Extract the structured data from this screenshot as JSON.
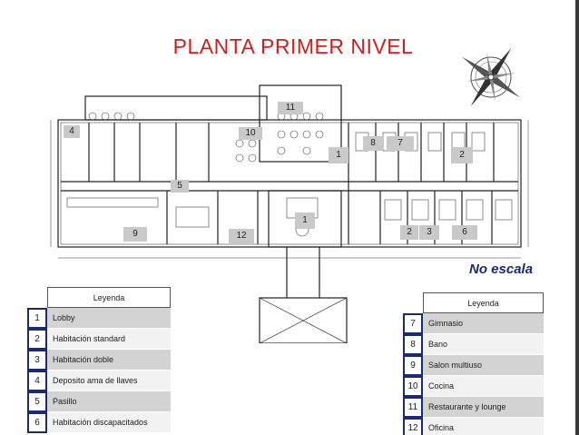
{
  "title": "PLANTA PRIMER NIVEL",
  "scale_note": "No escala",
  "compass_icon": "compass-rose-icon",
  "plan": {
    "tags": [
      {
        "id": "4",
        "label": "4"
      },
      {
        "id": "11",
        "label": "11"
      },
      {
        "id": "10",
        "label": "10"
      },
      {
        "id": "1a",
        "label": "1"
      },
      {
        "id": "8",
        "label": "8"
      },
      {
        "id": "7",
        "label": "7"
      },
      {
        "id": "2a",
        "label": "2"
      },
      {
        "id": "5",
        "label": "5"
      },
      {
        "id": "1b",
        "label": "1"
      },
      {
        "id": "9",
        "label": "9"
      },
      {
        "id": "12",
        "label": "12"
      },
      {
        "id": "2b",
        "label": "2"
      },
      {
        "id": "3",
        "label": "3"
      },
      {
        "id": "6",
        "label": "6"
      }
    ]
  },
  "legend_left": {
    "heading": "Leyenda",
    "rows": [
      {
        "num": "1",
        "text": "Lobby"
      },
      {
        "num": "2",
        "text": "Habitación standard"
      },
      {
        "num": "3",
        "text": "Habitación doble"
      },
      {
        "num": "4",
        "text": "Deposito ama de llaves"
      },
      {
        "num": "5",
        "text": "Pasillo"
      },
      {
        "num": "6",
        "text": "Habitación discapacitados"
      }
    ]
  },
  "legend_right": {
    "heading": "Leyenda",
    "rows": [
      {
        "num": "7",
        "text": "Gimnasio"
      },
      {
        "num": "8",
        "text": "Bano"
      },
      {
        "num": "9",
        "text": "Salon multiuso"
      },
      {
        "num": "10",
        "text": "Cocina"
      },
      {
        "num": "11",
        "text": "Restaurante y lounge"
      },
      {
        "num": "12",
        "text": "Oficina"
      }
    ]
  },
  "colors": {
    "title": "#cc1f1f",
    "scale_note": "#1c2a70",
    "tag_fill": "#c9c9c9",
    "legend_border": "#1c2a70",
    "legend_shade": "#d3d3d3"
  }
}
